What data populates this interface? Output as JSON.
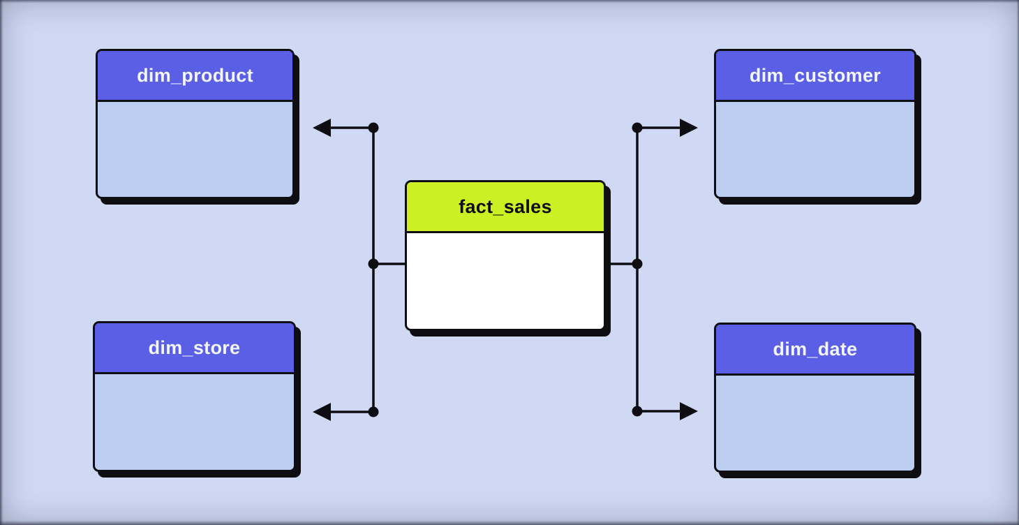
{
  "theme": {
    "background": "#cfd9f4",
    "dim_header": "#5a5fe6",
    "dim_header_text": "#f3f5ff",
    "dim_body": "#bccdf2",
    "fact_header": "#ccf023",
    "fact_header_text": "#0d0d12",
    "fact_body": "#ffffff",
    "line": "#0d0d12",
    "border": "#0d0d12"
  },
  "tables": {
    "fact_sales": {
      "label": "fact_sales"
    },
    "dim_product": {
      "label": "dim_product"
    },
    "dim_customer": {
      "label": "dim_customer"
    },
    "dim_store": {
      "label": "dim_store"
    },
    "dim_date": {
      "label": "dim_date"
    }
  }
}
